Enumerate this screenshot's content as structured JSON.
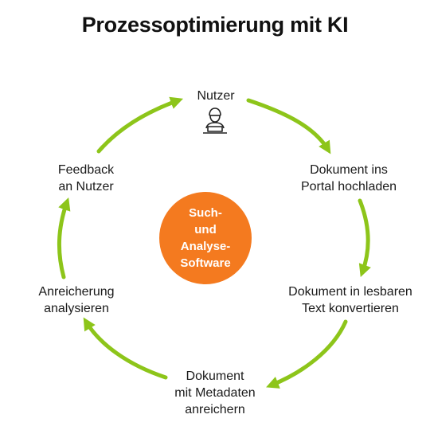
{
  "title": "Prozessoptimierung mit KI",
  "center": {
    "lines": [
      "Such-",
      "und",
      "Analyse-",
      "Software"
    ],
    "color": "#f47a1f"
  },
  "arrow_color": "#8dc51a",
  "nodes": [
    {
      "id": "nutzer",
      "lines": [
        "Nutzer"
      ],
      "icon": "user-laptop-icon"
    },
    {
      "id": "upload",
      "lines": [
        "Dokument ins",
        "Portal hochladen"
      ]
    },
    {
      "id": "convert",
      "lines": [
        "Dokument in lesbaren",
        "Text konvertieren"
      ]
    },
    {
      "id": "metadata",
      "lines": [
        "Dokument",
        "mit Metadaten",
        "anreichern"
      ]
    },
    {
      "id": "analyze",
      "lines": [
        "Anreicherung",
        "analysieren"
      ]
    },
    {
      "id": "feedback",
      "lines": [
        "Feedback",
        "an Nutzer"
      ]
    }
  ]
}
